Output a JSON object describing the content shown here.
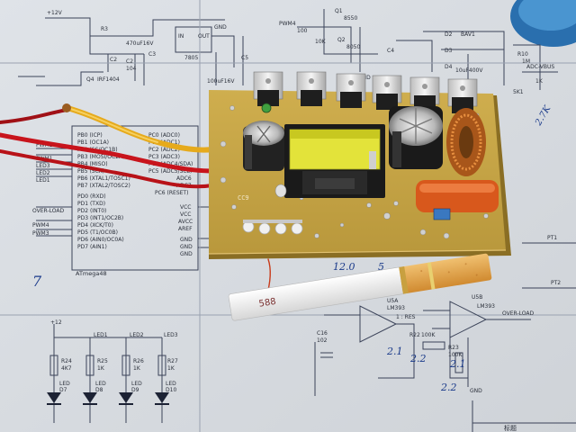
{
  "schematic": {
    "top_labels": [
      "+12V",
      "R3",
      "470uF16V",
      "7805",
      "IN",
      "OUT",
      "GND",
      "C3",
      "C4",
      "C2",
      "Q4",
      "IRF1404",
      "PWM4",
      "Q1",
      "Q2",
      "8550",
      "8050",
      "D2",
      "D3",
      "D4",
      "10K",
      "GND",
      "BAV1",
      "10uF400V",
      "ADC-VBUS",
      "R10",
      "5K1",
      "1M",
      "100",
      "C2",
      "104",
      "100uF16V",
      "C5",
      "1K"
    ],
    "mcu_label": "ATmega48",
    "mcu_pins_left": [
      "PB0 (ICP)",
      "PB1 (OC1A)",
      "PB2 (SS/OC1B)",
      "PB3 (MOSI/OC2A)",
      "PB4 (MISO)",
      "PB5 (SCK)",
      "PB6 (XTAL1/TOSC1)",
      "PB7 (XTAL2/TOSC2)",
      "PD0 (RXD)",
      "PD1 (TXD)",
      "PD2 (INT0)",
      "PD3 (INT1/OC2B)",
      "PD4 (XCK/T0)",
      "PD5 (T1/OC0B)",
      "PD6 (AIN0/OC0A)",
      "PD7 (AIN1)"
    ],
    "mcu_pins_right": [
      "PC0 (ADC0)",
      "PC1 (ADC1)",
      "PC2 (ADC2)",
      "PC3 (ADC3)",
      "PC4 (ADC4/SDA)",
      "PC5 (ADC5/SCL)",
      "ADC6",
      "ADC7",
      "PC6 (RESET)",
      "VCC",
      "VCC",
      "AVCC",
      "AREF",
      "GND",
      "GND",
      "GND"
    ],
    "net_labels": [
      "PWM2",
      "PWM1",
      "LED3",
      "LED2",
      "LED1",
      "OVER-LOAD",
      "PWM4",
      "PWM3"
    ],
    "led_labels": [
      "+12",
      "LED1",
      "LED2",
      "LED3",
      "R24",
      "R25",
      "R26",
      "R27",
      "4K7",
      "1K",
      "1K",
      "1K",
      "LED",
      "LED",
      "LED",
      "LED",
      "D7",
      "D8",
      "D9",
      "D10"
    ],
    "comparator_labels": [
      "U5A",
      "LM393",
      "U5B",
      "LM393",
      "C16",
      "102",
      "R22",
      "100K",
      "R23",
      "100K",
      "1 : RES",
      "OVER-LOAD",
      "GND",
      "PT1",
      "PT2"
    ],
    "title_block": "标题"
  },
  "handwriting": [
    "7",
    "5",
    "12.0",
    "2.1",
    "2.2",
    "2.2",
    "2.1",
    "2.7K"
  ],
  "board": {
    "silkscreen": [
      "CC9"
    ]
  },
  "cigarette": {
    "print": "588"
  },
  "colors": {
    "paper": "#d7dbe0",
    "pcb": "#c8a94a",
    "pcb_dark": "#a88a34",
    "heatsink": "#ececec",
    "transformer": "#e3e33a",
    "wire_red": "#c8141c",
    "wire_yellow": "#e8b020",
    "cap_orange": "#d8581c",
    "toroid": "#c06a1c",
    "ink": "#2c3550",
    "blue_object": "#2e7fc0"
  }
}
